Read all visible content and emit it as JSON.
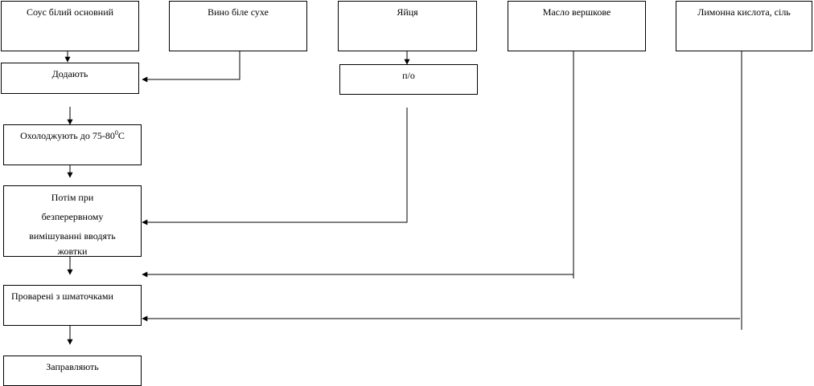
{
  "diagram": {
    "ingredients": [
      {
        "id": "sauce",
        "label": "Соус білий основний"
      },
      {
        "id": "wine",
        "label": "Вино біле сухе"
      },
      {
        "id": "eggs",
        "label": "Яйця"
      },
      {
        "id": "butter",
        "label": "Масло вершкове"
      },
      {
        "id": "acid",
        "label": "Лимонна кислота, сіль"
      }
    ],
    "steps": [
      {
        "id": "add",
        "label": "Додають"
      },
      {
        "id": "yolk",
        "label": "п/о"
      },
      {
        "id": "cool",
        "label_main": "Охолоджують до 75-80",
        "label_sup": "0",
        "label_unit": "С"
      },
      {
        "id": "stir",
        "lines": [
          "Потім при",
          "безперервному",
          "вимішуванні вводять",
          "жовтки"
        ]
      },
      {
        "id": "cooked",
        "label": "Проварені з шматочками"
      },
      {
        "id": "season",
        "label": "Заправляють"
      }
    ]
  }
}
